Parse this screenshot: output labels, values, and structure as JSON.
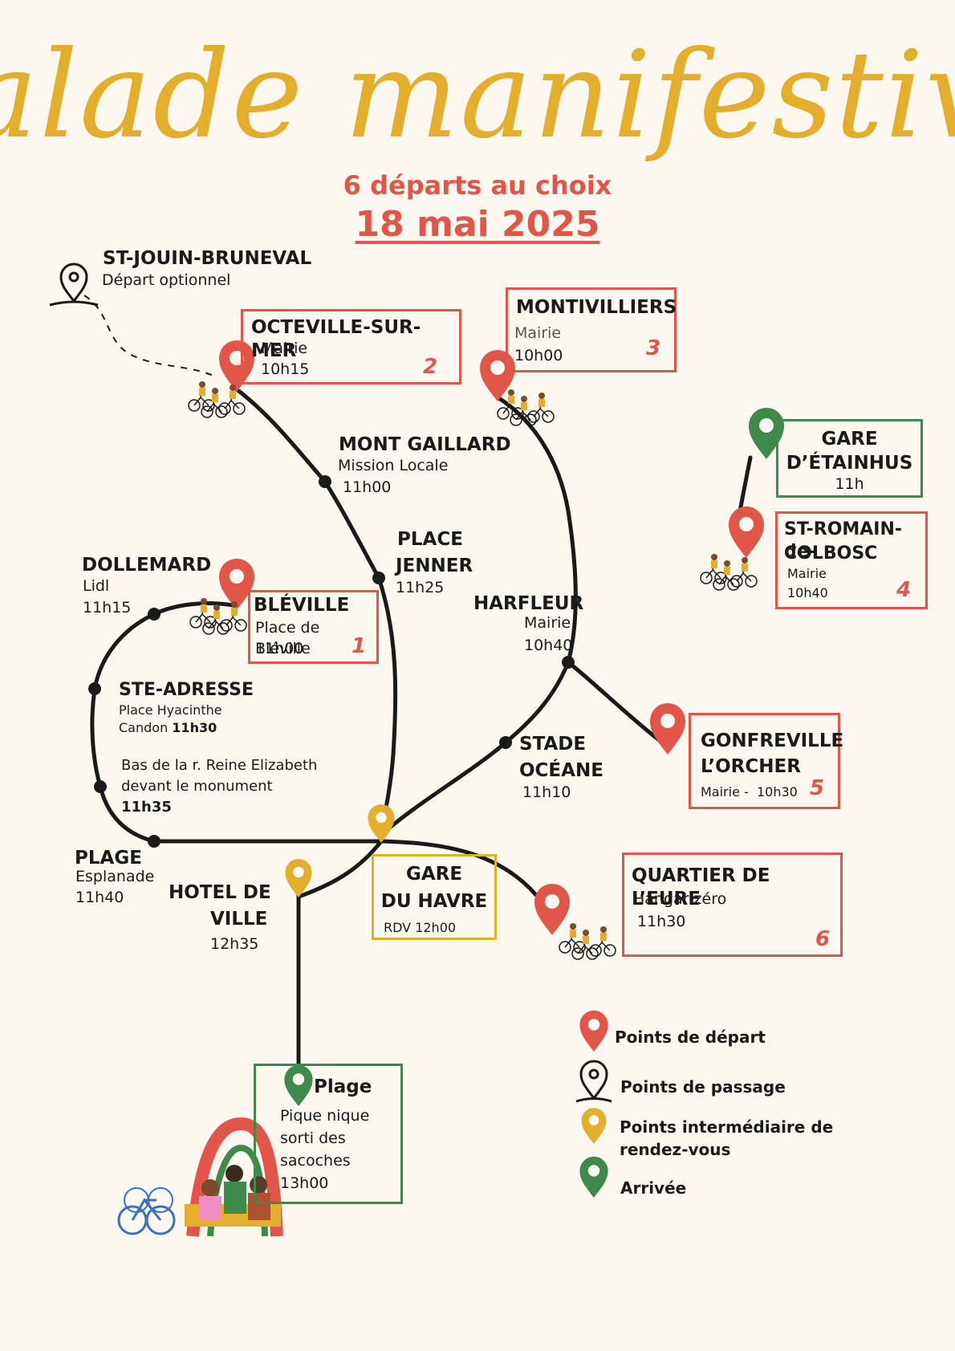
{
  "header": {
    "title": "balade manifestive",
    "subtitle": "6 départs au choix",
    "date": "18 mai 2025"
  },
  "colors": {
    "title_gold": "#e3ae2c",
    "accent_red": "#e2554a",
    "arrival_green": "#3f8a4b",
    "route_black": "#1a1a1a",
    "background": "#fcf8ef"
  },
  "stops": {
    "st_jouin": {
      "name": "ST-JOUIN-BRUNEVAL",
      "note": "Départ optionnel"
    },
    "octeville": {
      "name": "OCTEVILLE-SUR-MER",
      "place": "Mairie",
      "time": "10h15",
      "number": "2"
    },
    "montivilliers": {
      "name": "MONTIVILLIERS",
      "place": "Mairie",
      "time": "10h00",
      "number": "3"
    },
    "etainhus": {
      "name_line1": "GARE",
      "name_line2": "D’ÉTAINHUS",
      "time": "11h"
    },
    "st_romain": {
      "name_line1": "ST-ROMAIN-de-",
      "name_line2": "COLBOSC",
      "place": "Mairie",
      "time": "10h40",
      "number": "4"
    },
    "mont_gaillard": {
      "name": "MONT GAILLARD",
      "place": "Mission Locale",
      "time": "11h00"
    },
    "place_jenner": {
      "name_line1": "PLACE",
      "name_line2": "JENNER",
      "time": "11h25"
    },
    "dollemard": {
      "name": "DOLLEMARD",
      "place": "Lidl",
      "time": "11h15"
    },
    "bleville": {
      "name": "BLÉVILLE",
      "place": "Place de Bléville",
      "time": "11h00",
      "number": "1"
    },
    "harfleur": {
      "name": "HARFLEUR",
      "place": "Mairie",
      "time": "10h40"
    },
    "ste_adresse": {
      "name": "STE-ADRESSE",
      "place_line1": "Place Hyacinthe",
      "place_line2": "Candon",
      "time": "11h30"
    },
    "reine_elizabeth": {
      "line1": "Bas de la r. Reine Elizabeth",
      "line2": "devant le monument",
      "time": "11h35"
    },
    "stade_oceane": {
      "name_line1": "STADE",
      "name_line2": "OCÉANE",
      "time": "11h10"
    },
    "gonfreville": {
      "name_line1": "GONFREVILLE",
      "name_line2": "L’ORCHER",
      "place": "Mairie -",
      "time": "10h30",
      "number": "5"
    },
    "plage_esplanade": {
      "name": "PLAGE",
      "place": "Esplanade",
      "time": "11h40"
    },
    "hotel_de_ville": {
      "name_line1": "HOTEL DE",
      "name_line2": "VILLE",
      "time": "12h35"
    },
    "gare_havre": {
      "name_line1": "GARE",
      "name_line2": "DU HAVRE",
      "rdv": "RDV 12h00"
    },
    "quartier_eure": {
      "name": "QUARTIER DE L’EURE",
      "place": "Hangar zéro",
      "time": "11h30",
      "number": "6"
    },
    "plage_arrivee": {
      "name": "Plage",
      "line1": "Pique nique",
      "line2": "sorti des",
      "line3": "sacoches",
      "time": "13h00"
    }
  },
  "legend": {
    "depart": "Points de départ",
    "passage": "Points de passage",
    "intermediaire_line1": "Points intermédiaire de",
    "intermediaire_line2": "rendez-vous",
    "arrivee": "Arrivée"
  }
}
